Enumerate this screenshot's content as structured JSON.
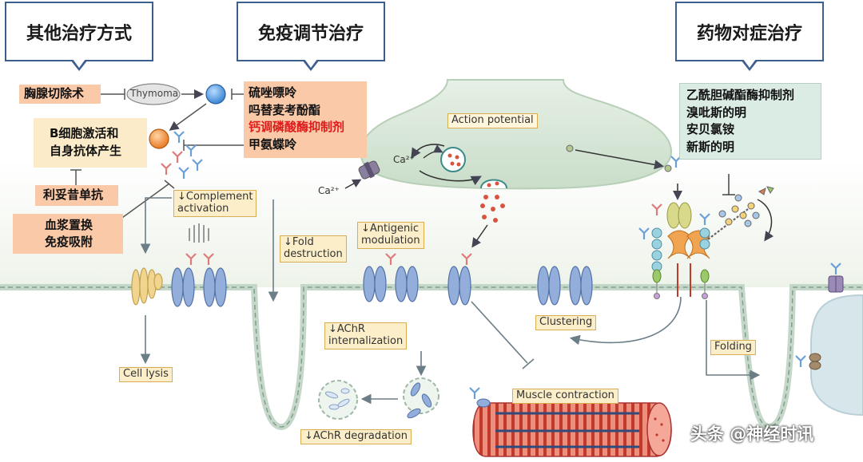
{
  "callouts": {
    "other": "其他治疗方式",
    "immune": "免疫调节治疗",
    "symptom": "药物对症治疗"
  },
  "left": {
    "thymectomy": "胸腺切除术",
    "thymoma": "Thymoma",
    "bcell_line1": "B细胞激活和",
    "bcell_line2": "自身抗体产生",
    "rituximab": "利妥昔单抗",
    "plasma_line1": "血浆置换",
    "plasma_line2": "免疫吸附"
  },
  "immune_drugs": [
    "硫唑嘌呤",
    "吗替麦考酚酯",
    "钙调磷酸酶抑制剂",
    "甲氨蝶呤"
  ],
  "symptom_drugs": [
    "乙酰胆碱酯酶抑制剂",
    "溴吡斯的明",
    "安贝氯铵",
    "新斯的明"
  ],
  "diagram": {
    "action_potential": "Action potential",
    "ca_label": "Ca²⁺",
    "ca_out": "Ca²⁺",
    "complement_line1": "↓Complement",
    "complement_line2": "activation",
    "fold_line1": "↓Fold",
    "fold_line2": "destruction",
    "antigenic_line1": "↓Antigenic",
    "antigenic_line2": "modulation",
    "internal_line1": "↓AChR",
    "internal_line2": "internalization",
    "cell_lysis": "Cell lysis",
    "degradation": "↓AChR degradation",
    "muscle": "Muscle contraction",
    "clustering": "Clustering",
    "folding": "Folding"
  },
  "watermark": "头条 @神经时讯",
  "colors": {
    "callout_border": "#3d5f8f",
    "orange_box": "#f9c9a8",
    "cream_box": "#fbebc8",
    "green_box": "#dbece4",
    "highlight_red": "#e01b1b",
    "cleft_bg": "#f2f6ee",
    "membrane": "#c5d7c9",
    "receptor_blue": "#93aedb"
  }
}
